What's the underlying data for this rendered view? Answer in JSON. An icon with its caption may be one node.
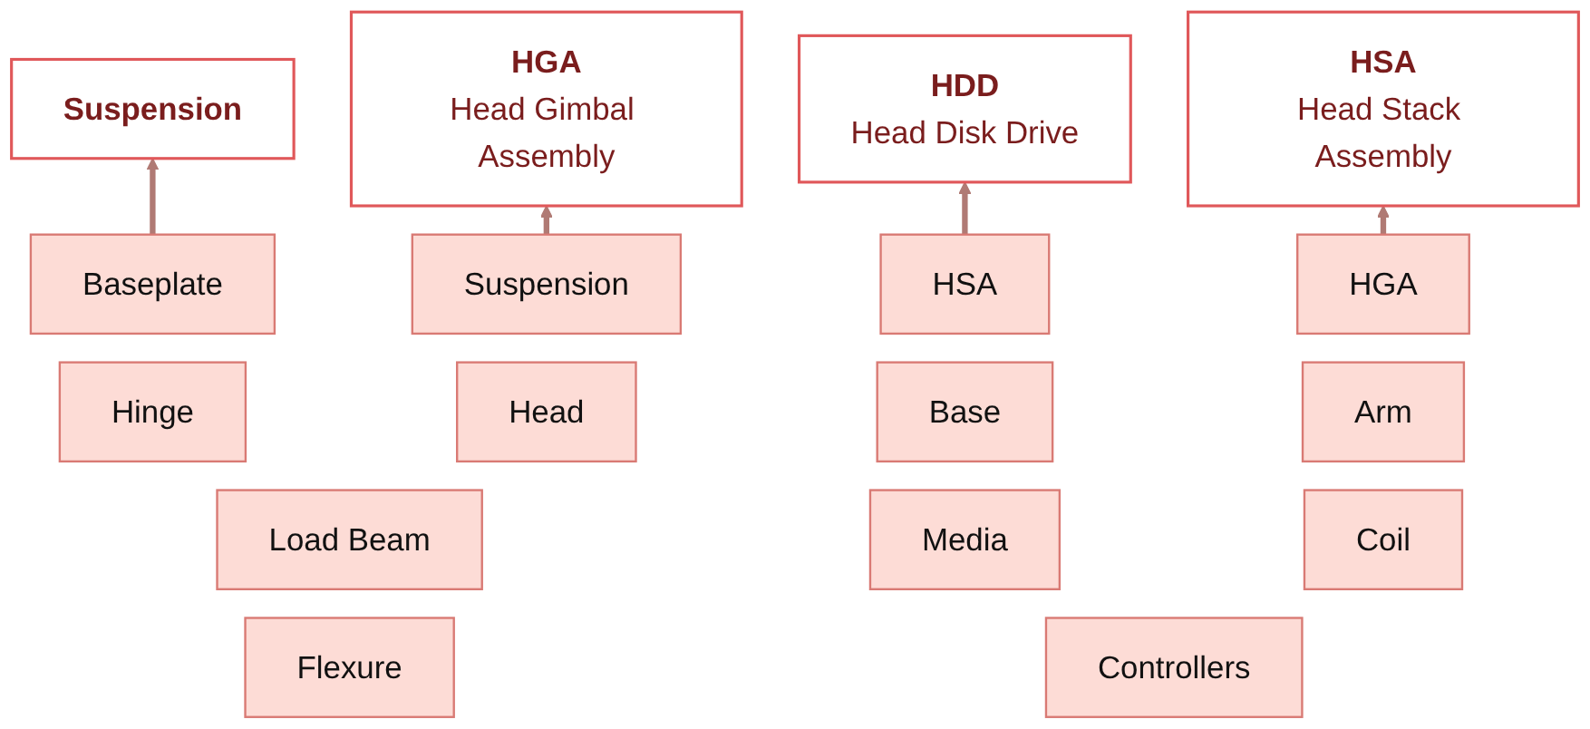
{
  "diagram": {
    "nodes": [
      {
        "text": [
          "Suspension"
        ]
      },
      {
        "text": [
          "Baseplate"
        ]
      },
      {
        "text": [
          "Hinge"
        ]
      },
      {
        "text": [
          "Load Beam"
        ]
      },
      {
        "text": [
          "Flexure"
        ]
      },
      {
        "text": [
          "HGA",
          "Head Gimbal Assembly"
        ]
      },
      {
        "text": [
          "Suspension"
        ]
      },
      {
        "text": [
          "Head"
        ]
      },
      {
        "text": [
          "HSA",
          "Head Stack Assembly"
        ]
      },
      {
        "text": [
          "HGA"
        ]
      },
      {
        "text": [
          "Arm"
        ]
      },
      {
        "text": [
          "Coil"
        ]
      },
      {
        "text": [
          "HDD",
          "Head Disk Drive"
        ]
      },
      {
        "text": [
          "HSA"
        ]
      },
      {
        "text": [
          "Base"
        ]
      },
      {
        "text": [
          "Media"
        ]
      },
      {
        "text": [
          "Controllers"
        ]
      }
    ],
    "edges": [
      {
        "from": 1,
        "to": 0,
        "arrow": "to"
      },
      {
        "from": 6,
        "to": 5,
        "arrow": "to"
      },
      {
        "from": 9,
        "to": 8,
        "arrow": "to"
      },
      {
        "from": 13,
        "to": 12,
        "arrow": "to"
      }
    ]
  }
}
